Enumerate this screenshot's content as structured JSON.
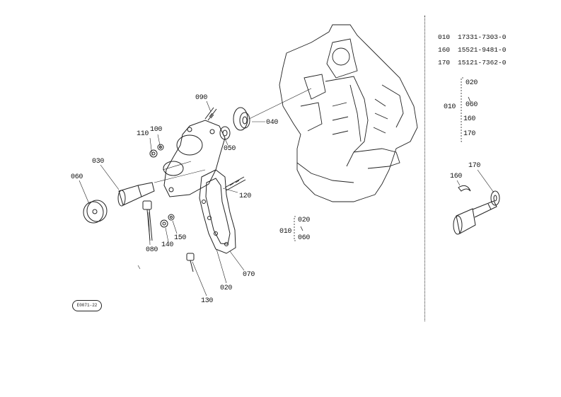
{
  "parts_list": [
    {
      "no": "010",
      "code": "17331-7303-0"
    },
    {
      "no": "160",
      "code": "15521-9481-0"
    },
    {
      "no": "170",
      "code": "15121-7362-0"
    }
  ],
  "callouts": {
    "c090": "090",
    "c110": "110",
    "c100": "100",
    "c050": "050",
    "c040": "040",
    "c030": "030",
    "c060": "060",
    "c120": "120",
    "c080": "080",
    "c140": "140",
    "c150": "150",
    "c070": "070",
    "c020": "020",
    "c130": "130",
    "c160": "160",
    "c170": "170"
  },
  "assembly_center": {
    "parent": "010",
    "children": [
      "020",
      "060"
    ]
  },
  "assembly_right": {
    "parent": "010",
    "children": [
      "020",
      "060",
      "160",
      "170"
    ]
  },
  "stamp_text": "E0071-22"
}
